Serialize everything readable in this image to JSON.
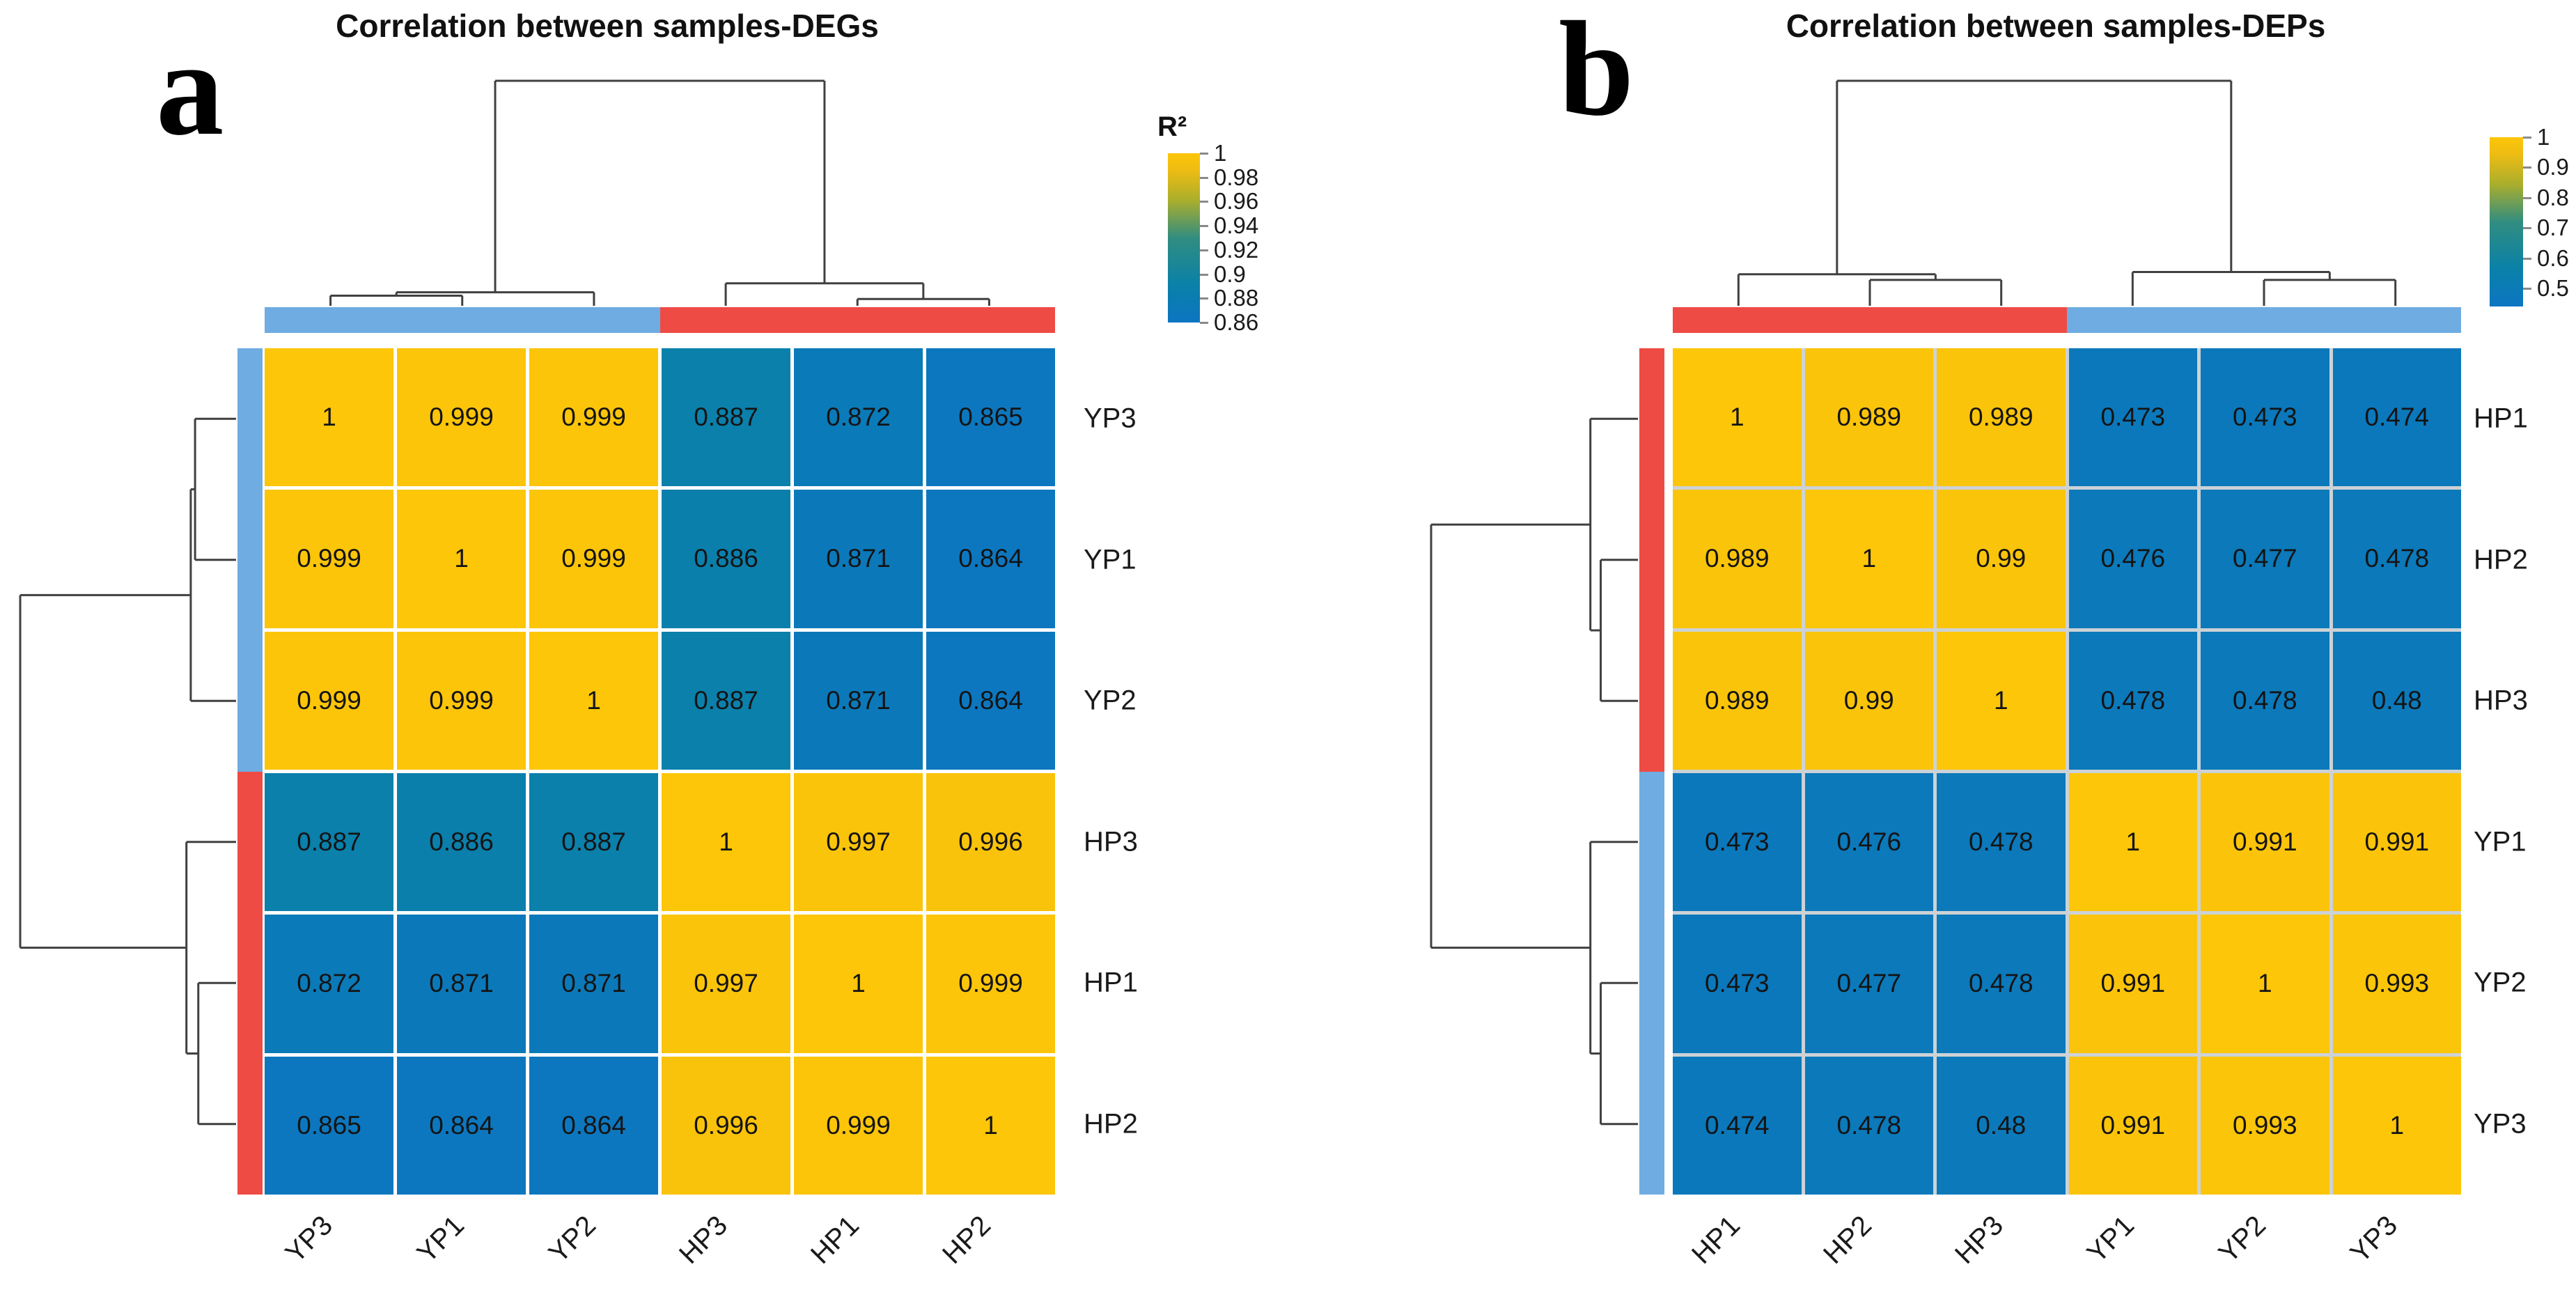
{
  "colors": {
    "gradient_stops": [
      [
        0,
        "#0c75c2"
      ],
      [
        0.22,
        "#0a81a8"
      ],
      [
        0.5,
        "#318d80"
      ],
      [
        0.72,
        "#a9ae2d"
      ],
      [
        0.9,
        "#eebc13"
      ],
      [
        1,
        "#fdc608"
      ]
    ],
    "annotation_groups": {
      "YP": "#6face2",
      "HP": "#ee4b45"
    },
    "dendrogram_line": "#404040",
    "cell_text": "#141414",
    "grid_line_panel_a": "#ffffff",
    "grid_line_panel_b": "#ccd2d6"
  },
  "chart_data": [
    {
      "type": "heatmap",
      "panel_label": "a",
      "title": "Correlation between samples-DEGs",
      "legend_title": "R²",
      "rows": [
        "YP3",
        "YP1",
        "YP2",
        "HP3",
        "HP1",
        "HP2"
      ],
      "columns": [
        "YP3",
        "YP1",
        "YP2",
        "HP3",
        "HP1",
        "HP2"
      ],
      "values": [
        [
          1,
          0.999,
          0.999,
          0.887,
          0.872,
          0.865
        ],
        [
          0.999,
          1,
          0.999,
          0.886,
          0.871,
          0.864
        ],
        [
          0.999,
          0.999,
          1,
          0.887,
          0.871,
          0.864
        ],
        [
          0.887,
          0.886,
          0.887,
          1,
          0.997,
          0.996
        ],
        [
          0.872,
          0.871,
          0.871,
          0.997,
          1,
          0.999
        ],
        [
          0.865,
          0.864,
          0.864,
          0.996,
          0.999,
          1
        ]
      ],
      "row_groups": [
        "YP",
        "YP",
        "YP",
        "HP",
        "HP",
        "HP"
      ],
      "col_groups": [
        "YP",
        "YP",
        "YP",
        "HP",
        "HP",
        "HP"
      ],
      "colorbar": {
        "ticks": [
          1,
          0.98,
          0.96,
          0.94,
          0.92,
          0.9,
          0.88,
          0.86
        ],
        "vmin": 0.86,
        "vmax": 1
      },
      "col_dendrogram": [
        [
          "L0",
          "L1",
          0.045
        ],
        [
          "M0",
          "L2",
          0.06
        ],
        [
          "L4",
          "L5",
          0.03
        ],
        [
          "L3",
          "M2",
          0.1
        ],
        [
          "M1",
          "M3",
          1
        ]
      ],
      "row_dendrogram": [
        [
          "L0",
          "L1",
          0.19
        ],
        [
          "M0",
          "L2",
          0.21
        ],
        [
          "L4",
          "L5",
          0.175
        ],
        [
          "L3",
          "M2",
          0.23
        ],
        [
          "M1",
          "M3",
          1
        ]
      ],
      "legend_position": "right",
      "grid": "on"
    },
    {
      "type": "heatmap",
      "panel_label": "b",
      "title": "Correlation between samples-DEPs",
      "legend_title": "",
      "rows": [
        "HP1",
        "HP2",
        "HP3",
        "YP1",
        "YP2",
        "YP3"
      ],
      "columns": [
        "HP1",
        "HP2",
        "HP3",
        "YP1",
        "YP2",
        "YP3"
      ],
      "values": [
        [
          1,
          0.989,
          0.989,
          0.473,
          0.473,
          0.474
        ],
        [
          0.989,
          1,
          0.99,
          0.476,
          0.477,
          0.478
        ],
        [
          0.989,
          0.99,
          1,
          0.478,
          0.478,
          0.48
        ],
        [
          0.473,
          0.476,
          0.478,
          1,
          0.991,
          0.991
        ],
        [
          0.473,
          0.477,
          0.478,
          0.991,
          1,
          0.993
        ],
        [
          0.474,
          0.478,
          0.48,
          0.991,
          0.993,
          1
        ]
      ],
      "row_groups": [
        "HP",
        "HP",
        "HP",
        "YP",
        "YP",
        "YP"
      ],
      "col_groups": [
        "HP",
        "HP",
        "HP",
        "YP",
        "YP",
        "YP"
      ],
      "colorbar": {
        "ticks": [
          1,
          0.9,
          0.8,
          0.7,
          0.6,
          0.5
        ],
        "vmin": 0.44,
        "vmax": 1
      },
      "col_dendrogram": [
        [
          "L1",
          "L2",
          0.115
        ],
        [
          "L0",
          "M0",
          0.14
        ],
        [
          "L4",
          "L5",
          0.115
        ],
        [
          "L3",
          "M2",
          0.15
        ],
        [
          "M1",
          "M3",
          1
        ]
      ],
      "row_dendrogram": [
        [
          "L1",
          "L2",
          0.18
        ],
        [
          "L0",
          "M0",
          0.23
        ],
        [
          "L4",
          "L5",
          0.18
        ],
        [
          "L3",
          "M2",
          0.23
        ],
        [
          "M1",
          "M3",
          1
        ]
      ],
      "legend_position": "right",
      "grid": "on"
    }
  ]
}
